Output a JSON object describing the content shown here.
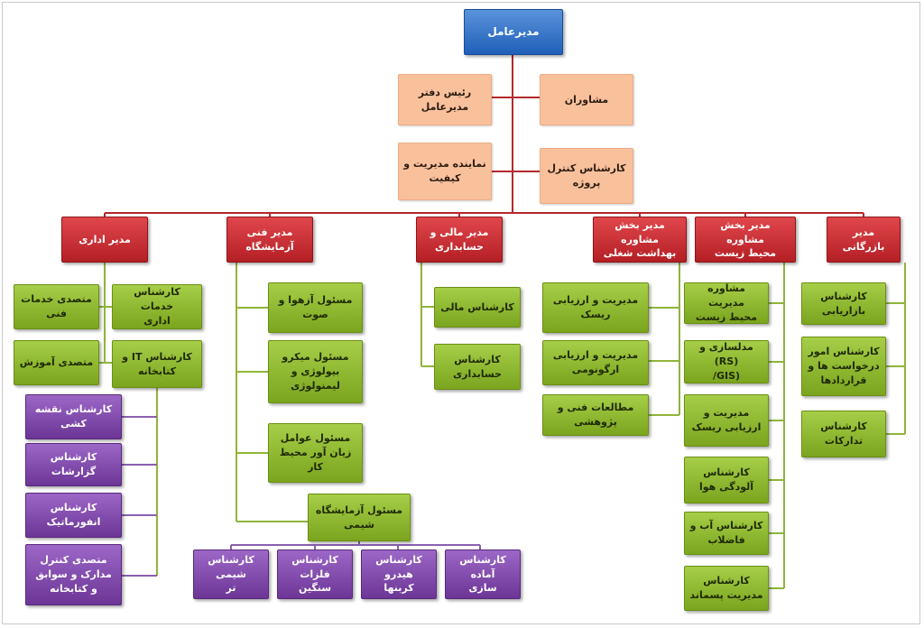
{
  "chart": {
    "ceo": "مدیرعامل",
    "staff": {
      "office_head": "رئیس دفتر\nمدیرعامل",
      "advisors": "مشاوران",
      "quality_rep": "نماینده مدیریت و\nکیفیت",
      "project_control": "کارشناس کنترل\nپروژه"
    },
    "managers": {
      "admin": "مدیر اداری",
      "technical": "مدیر فنی\nآزمایشگاه",
      "finance": "مدیر مالی و\nحسابداری",
      "ohs": "مدیر بخش مشاوره\nبهداشت شغلی",
      "environment": "مدیر بخش مشاوره\nمحیط زیست",
      "commercial": "مدیر بازرگانی"
    },
    "admin_unit": {
      "tech_services_specialist": "متصدی خدمات\nفنی",
      "admin_services_expert": "کارشناس خدمات\nاداری",
      "training_specialist": "متصدی آموزش",
      "it_library_expert": "کارشناس IT و\nکتابخانه",
      "mapping_expert": "کارشناس نقشه\nکشی",
      "reports_expert": "کارشناس\nگزارشات",
      "infographics_expert": "کارشناس\nانفورماتیک",
      "document_control": "متصدی کنترل\nمدارک و سوابق\nو کتابخانه"
    },
    "lab_unit": {
      "air_noise": "مسئول آزهوا و\nصوت",
      "microbiology": "مسئول میکرو\nبیولوژی و\nلیمنولوژی",
      "harmful_agents": "مسئول عوامل\nزیان آور محیط کار",
      "chemistry_lab": "مسئول آزمایشگاه\nشیمی",
      "wet_chemistry": "کارشناس شیمی\nتر",
      "heavy_metals": "کارشناس\nفلزات سنگین",
      "hydrocarbons": "کارشناس هیدرو\nکربنها",
      "sample_prep": "کارشناس آماده\nسازی"
    },
    "finance_unit": {
      "finance_expert": "کارشناس مالی",
      "accounting_expert": "کارشناس\nحسابداری"
    },
    "ohs_unit": {
      "risk": "مدیریت و ارزیابی\nریسک",
      "ergonomics": "مدیریت و ارزیابی\nارگونومی",
      "research": "مطالعات فنی و\nپژوهشی"
    },
    "env_unit": {
      "env_consulting": "مشاوره مدیریت\nمحیط زیست",
      "gis_rs": "مدلسازی و (RS)\n(GIS/",
      "risk_assessment": "مدیریت و\nارزیابی ریسک",
      "air_pollution": "کارشناس\nآلودگی هوا",
      "water_wastewater": "کارشناس آب و\nفاضلاب",
      "waste_management": "کارشناس\nمدیریت پسماند"
    },
    "commercial_unit": {
      "market_research": "کارشناس\nبازاریابی",
      "contracts": "کارشناس امور\nدرخواست ها و\nقراردادها",
      "procurement": "کارشناس\nتدارکات"
    },
    "colors": {
      "ceo": "#2e6fc7",
      "staff": "#f9c09c",
      "manager": "#c8282e",
      "unit": "#8cb834",
      "subunit": "#7d45a8",
      "connector_red": "#b5282c",
      "connector_green": "#8fb53a",
      "connector_purple": "#8a5fb0"
    }
  }
}
